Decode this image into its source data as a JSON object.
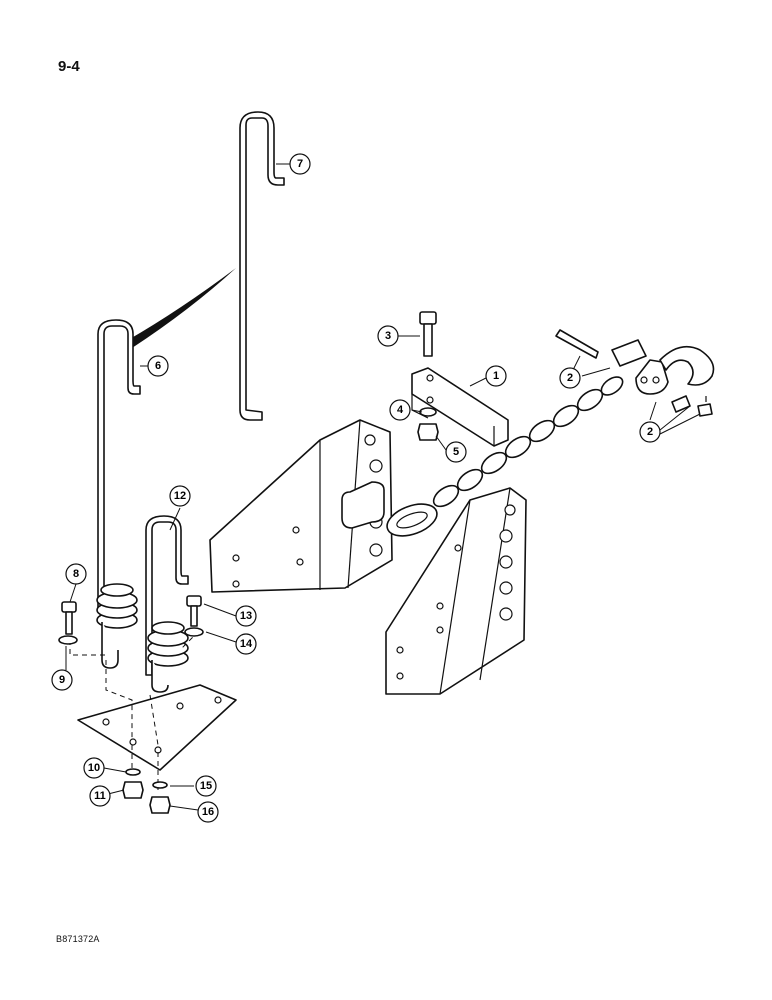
{
  "page_number": "9-4",
  "figure_id": "B871372A",
  "callouts": [
    {
      "label": "1"
    },
    {
      "label": "2"
    },
    {
      "label": "2"
    },
    {
      "label": "3"
    },
    {
      "label": "4"
    },
    {
      "label": "5"
    },
    {
      "label": "6"
    },
    {
      "label": "7"
    },
    {
      "label": "8"
    },
    {
      "label": "9"
    },
    {
      "label": "10"
    },
    {
      "label": "11"
    },
    {
      "label": "12"
    },
    {
      "label": "13"
    },
    {
      "label": "14"
    },
    {
      "label": "15"
    },
    {
      "label": "16"
    }
  ]
}
